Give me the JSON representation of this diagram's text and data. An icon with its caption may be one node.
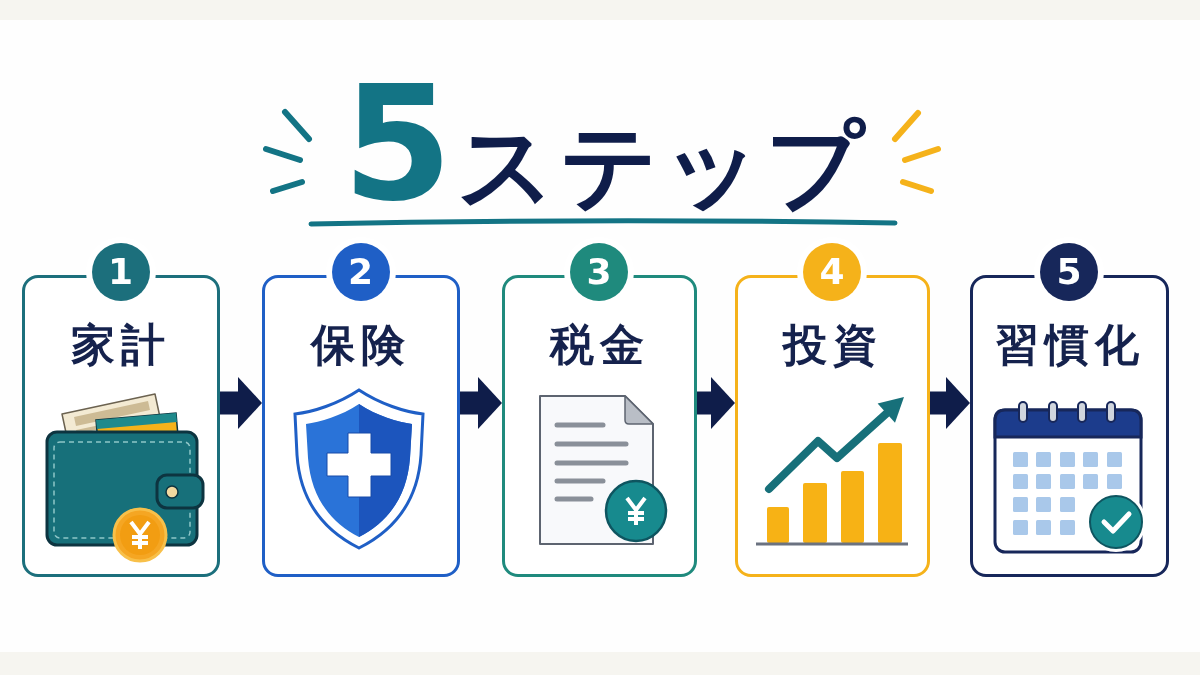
{
  "diagram": {
    "title": "5ステップ",
    "nodes": [
      {
        "text": [
          "1",
          "家計"
        ]
      },
      {
        "text": [
          "2",
          "保険"
        ]
      },
      {
        "text": [
          "3",
          "税金"
        ]
      },
      {
        "text": [
          "4",
          "投資"
        ]
      },
      {
        "text": [
          "5",
          "習慣化"
        ]
      }
    ],
    "edges": [
      {
        "from": 0,
        "to": 1,
        "arrow": "to"
      },
      {
        "from": 1,
        "to": 2,
        "arrow": "to"
      },
      {
        "from": 2,
        "to": 3,
        "arrow": "to"
      },
      {
        "from": 3,
        "to": 4,
        "arrow": "to"
      }
    ]
  }
}
